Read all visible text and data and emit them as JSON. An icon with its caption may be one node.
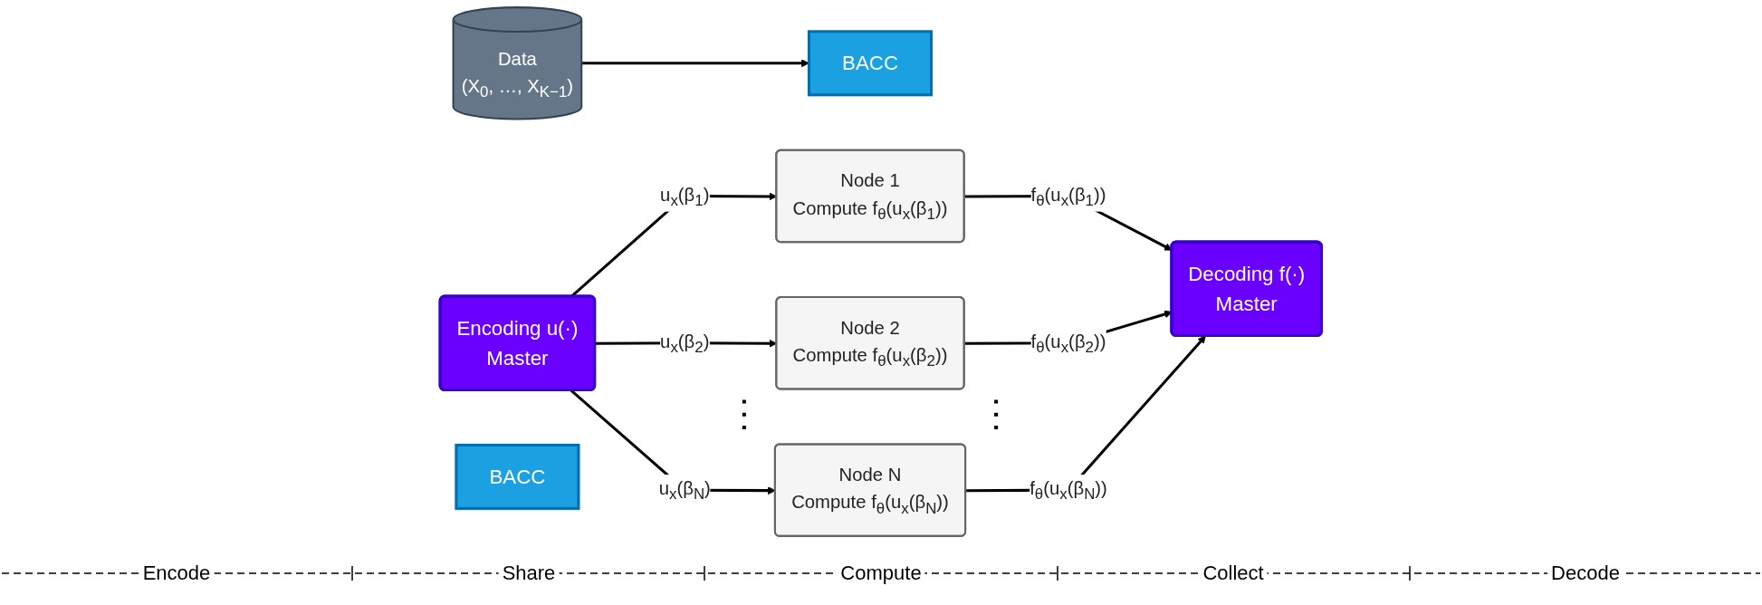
{
  "diagram": {
    "nodes": [
      {
        "text": [
          "BACC"
        ]
      },
      {
        "text": [
          "Encoding u(·)",
          "Master"
        ]
      },
      {
        "text": [
          "Data",
          "(X$_{0}$, …, X$_{K−1}$)"
        ]
      },
      {
        "text": [
          "Node 1",
          "Compute f$_{θ}$(u$_{x}$(β$_{1}$))"
        ]
      },
      {
        "text": [
          "Node 2",
          "Compute f$_{θ}$(u$_{x}$(β$_{2}$))"
        ]
      },
      {
        "text": [
          "Node N",
          "Compute f$_{θ}$(u$_{x}$(β$_{N}$))"
        ]
      },
      {
        "text": [
          "Decoding f(·)",
          "Master"
        ]
      },
      {
        "text": [
          "BACC"
        ]
      }
    ],
    "edges": [
      {
        "from": 2,
        "to": 0,
        "arrow": "to"
      },
      {
        "from": 1,
        "to": 3,
        "arrow": "to",
        "label": "u$_{x}$(β$_{1}$)"
      },
      {
        "from": 1,
        "to": 4,
        "arrow": "to",
        "label": "u$_{x}$(β$_{2}$)"
      },
      {
        "from": 1,
        "to": 5,
        "arrow": "to",
        "label": "u$_{x}$(β$_{N}$)"
      },
      {
        "from": 3,
        "to": 6,
        "arrow": "to",
        "label": "f$_{θ}$(u$_{x}$(β$_{1}$))"
      },
      {
        "from": 4,
        "to": 6,
        "arrow": "to",
        "label": "f$_{θ}$(u$_{x}$(β$_{2}$))"
      },
      {
        "from": 5,
        "to": 6,
        "arrow": "to",
        "label": "f$_{θ}$(u$_{x}$(β$_{N}$))"
      }
    ],
    "labels": [
      "Encode",
      "Share",
      "Compute",
      "Collect",
      "Decode"
    ]
  }
}
